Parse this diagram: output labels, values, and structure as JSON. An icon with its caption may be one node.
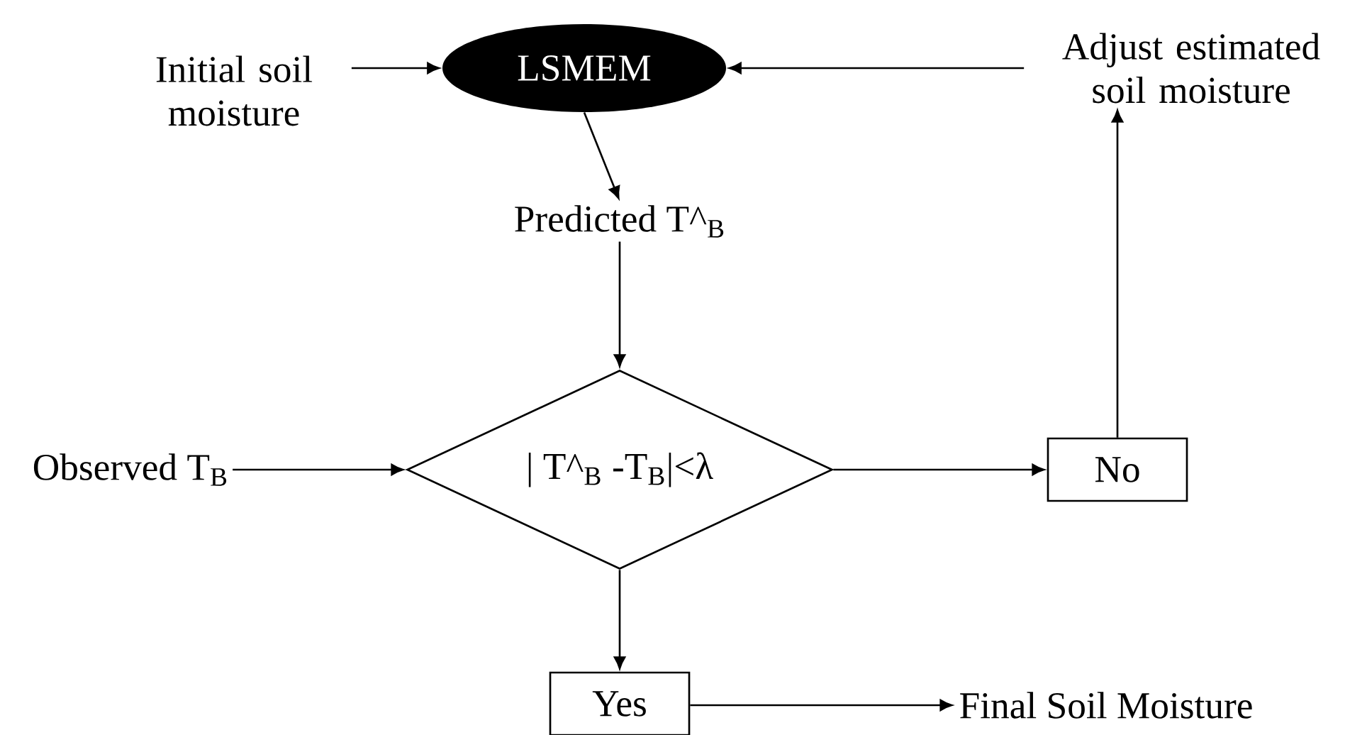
{
  "diagram": {
    "nodes": [
      {
        "text": [
          "Initial soil moisture"
        ]
      },
      {
        "text": [
          "LSMEM"
        ]
      },
      {
        "text": [
          "Adjust estimated soil moisture"
        ]
      },
      {
        "text": [
          "Predicted T^$_{B}$"
        ]
      },
      {
        "text": [
          "| T^$_{B}$ -T$_{B}$|<λ"
        ]
      },
      {
        "text": [
          "Observed T$_{B}$"
        ]
      },
      {
        "text": [
          "No"
        ]
      },
      {
        "text": [
          "Yes"
        ]
      },
      {
        "text": [
          "Final Soil Moisture"
        ]
      }
    ],
    "edges": [
      {
        "from": 0,
        "to": 1,
        "arrow": "to"
      },
      {
        "from": 2,
        "to": 1,
        "arrow": "to"
      },
      {
        "from": 1,
        "to": 3,
        "arrow": "to"
      },
      {
        "from": 3,
        "to": 4,
        "arrow": "to"
      },
      {
        "from": 5,
        "to": 4,
        "arrow": "to"
      },
      {
        "from": 4,
        "to": 6,
        "arrow": "to"
      },
      {
        "from": 6,
        "to": 2,
        "arrow": "to"
      },
      {
        "from": 4,
        "to": 7,
        "arrow": "to"
      },
      {
        "from": 7,
        "to": 8,
        "arrow": "to"
      }
    ]
  }
}
